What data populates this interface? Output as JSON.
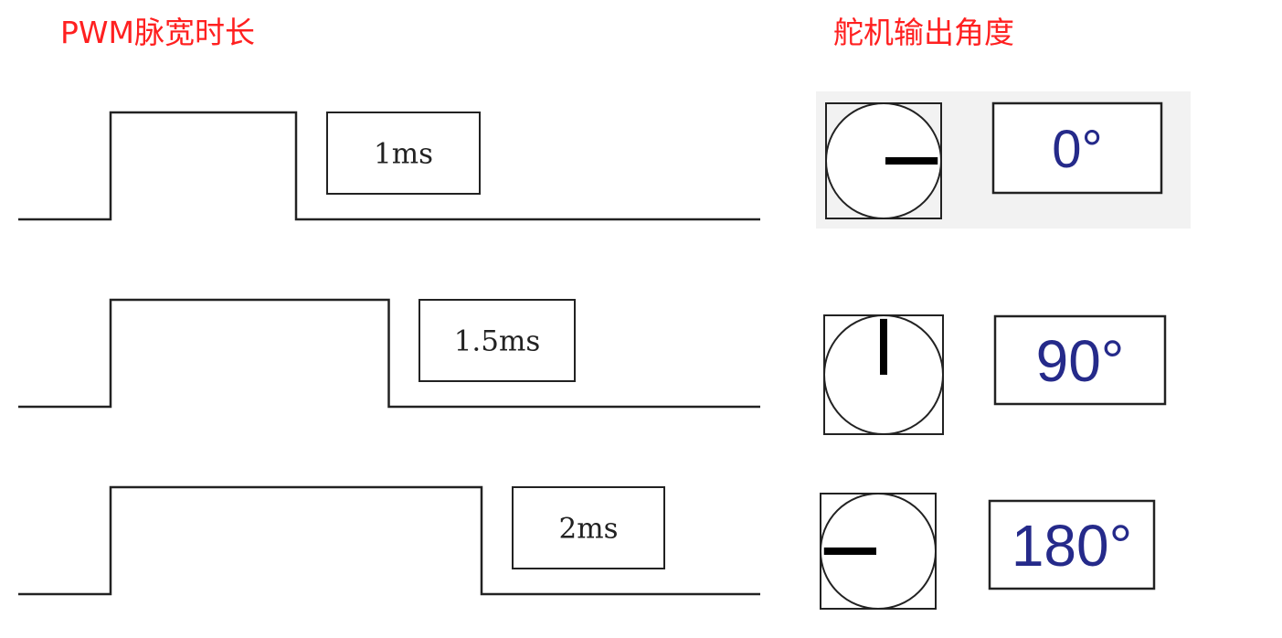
{
  "headings": {
    "pwm": "PWM脉宽时长",
    "servo": "舵机输出角度"
  },
  "rows": [
    {
      "pulse_label": "1ms",
      "angle_label": "0°",
      "pulse_ms": 1.0,
      "pointer_direction": "right"
    },
    {
      "pulse_label": "1.5ms",
      "angle_label": "90°",
      "pulse_ms": 1.5,
      "pointer_direction": "up"
    },
    {
      "pulse_label": "2ms",
      "angle_label": "180°",
      "pulse_ms": 2.0,
      "pointer_direction": "left"
    }
  ],
  "colors": {
    "heading": "#ff2020",
    "line": "#222222",
    "angle_text": "#252a8a"
  }
}
